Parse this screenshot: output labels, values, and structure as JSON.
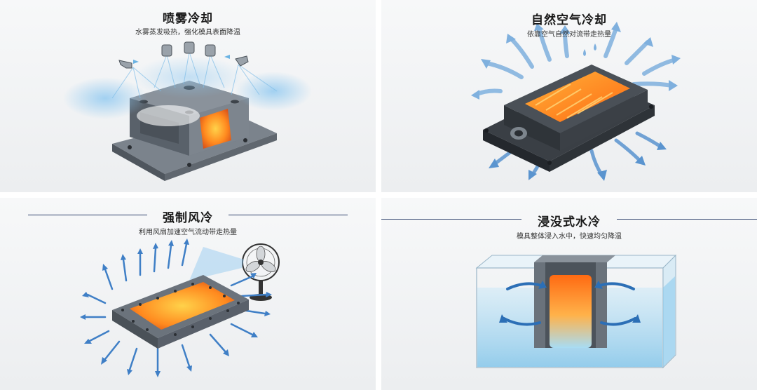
{
  "panels": [
    {
      "title": "喷雾冷却",
      "subtitle": "水雾蒸发吸热，强化模具表面降温"
    },
    {
      "title": "自然空气冷却",
      "subtitle": "依靠空气自然对流带走热量"
    },
    {
      "title": "强制风冷",
      "subtitle": "利用风扇加速空气流动带走热量"
    },
    {
      "title": "浸没式水冷",
      "subtitle": "模具整体浸入水中，快速均匀降温"
    }
  ],
  "colors": {
    "hot_core": "#ff7a1a",
    "hot_glow": "#ffd24a",
    "mold_steel": "#5d6670",
    "mold_dark": "#33383e",
    "air_arrow": "#4a86c8",
    "water": "#9fd3f0",
    "title_rule": "#2d3f6b"
  },
  "icons": [
    "spray-nozzle-icon",
    "fan-icon",
    "airflow-arrow-icon",
    "water-circulation-icon"
  ]
}
